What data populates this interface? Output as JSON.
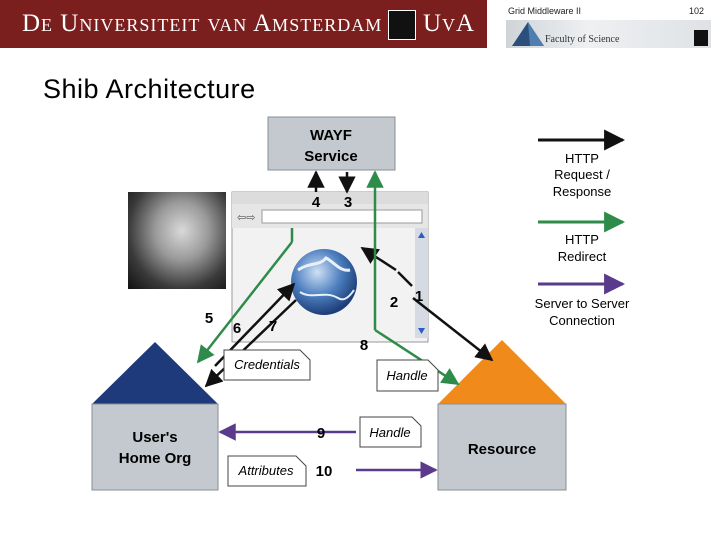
{
  "header": {
    "university": "De Universiteit van Amsterdam",
    "uva": "UvA",
    "course": "Grid Middleware II",
    "page": "102",
    "faculty": "Faculty of Science"
  },
  "slide": {
    "title": "Shib Architecture"
  },
  "diagram": {
    "wayf_line1": "WAYF",
    "wayf_line2": "Service",
    "home_line1": "User's",
    "home_line2": "Home Org",
    "resource": "Resource",
    "credentials": "Credentials",
    "handle_top": "Handle",
    "handle_bottom": "Handle",
    "attributes": "Attributes",
    "steps": [
      "1",
      "2",
      "3",
      "4",
      "5",
      "6",
      "7",
      "8",
      "9",
      "10"
    ]
  },
  "legend": {
    "http_line1": "HTTP",
    "http_line2": "Request /",
    "http_line3": "Response",
    "redirect_line1": "HTTP",
    "redirect_line2": "Redirect",
    "s2s_line1": "Server to Server",
    "s2s_line2": "Connection"
  },
  "colors": {
    "header": "#7a1e1e",
    "house_left": "#1f3a7a",
    "house_right": "#f08a1a",
    "black_arrow": "#111111",
    "green_arrow": "#2e8b4a",
    "purple_arrow": "#5a3a8a"
  }
}
